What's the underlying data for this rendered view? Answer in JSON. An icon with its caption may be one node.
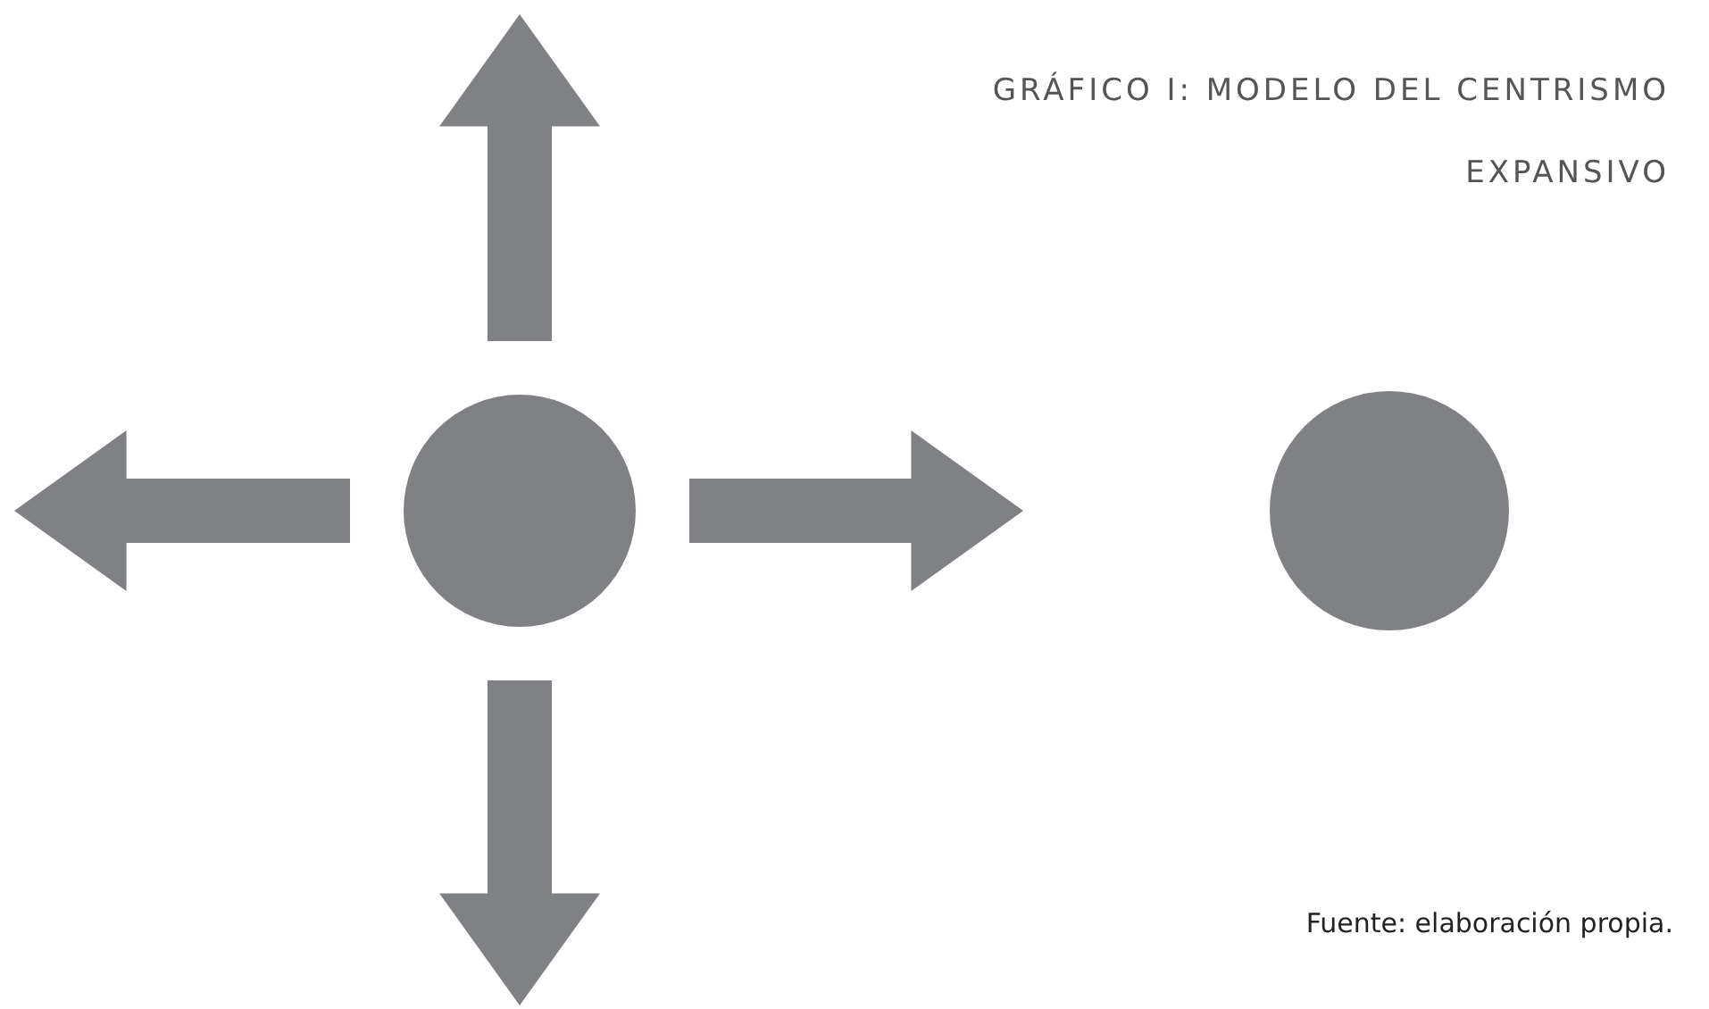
{
  "diagram": {
    "title": "GRÁFICO I: MODELO DEL CENTRISMO EXPANSIVO",
    "caption": "Fuente: elaboración propia.",
    "nodes": [
      {
        "text": [],
        "shape": "circle"
      },
      {
        "text": [],
        "shape": "circle"
      }
    ],
    "edges": [
      {
        "from": 0,
        "to": null,
        "arrow": "to"
      },
      {
        "from": 0,
        "to": null,
        "arrow": "to"
      },
      {
        "from": 0,
        "to": 1,
        "arrow": "to"
      },
      {
        "from": 0,
        "to": null,
        "arrow": "to"
      }
    ]
  }
}
